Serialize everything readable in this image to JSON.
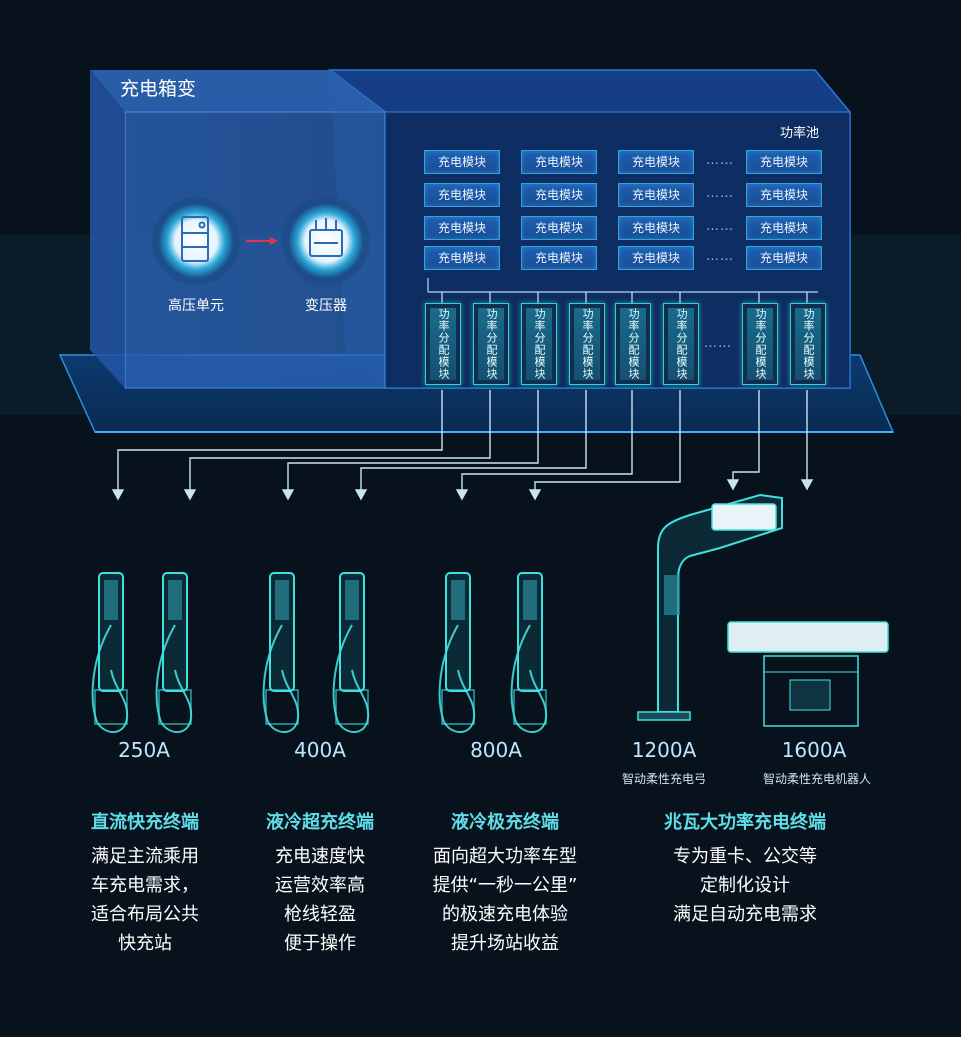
{
  "box": {
    "title": "充电箱变",
    "hv_unit_label": "高压单元",
    "transformer_label": "变压器",
    "pool_label": "功率池",
    "module_label": "充电模块",
    "dist_label": "功率分配模块",
    "ellipsis": "……"
  },
  "outputs": [
    {
      "amp": "250A"
    },
    {
      "amp": "400A"
    },
    {
      "amp": "800A"
    },
    {
      "amp": "1200A",
      "sub": "智动柔性充电弓"
    },
    {
      "amp": "1600A",
      "sub": "智动柔性充电机器人"
    }
  ],
  "categories": [
    {
      "title": "直流快充终端",
      "lines": [
        "满足主流乘用",
        "车充电需求，",
        "适合布局公共",
        "快充站"
      ]
    },
    {
      "title": "液冷超充终端",
      "lines": [
        "充电速度快",
        "运营效率高",
        "枪线轻盈",
        "便于操作"
      ]
    },
    {
      "title": "液冷极充终端",
      "lines": [
        "面向超大功率车型",
        "提供“一秒一公里”",
        "的极速充电体验",
        "提升场站收益"
      ]
    },
    {
      "title": "兆瓦大功率充电终端",
      "lines": [
        "专为重卡、公交等",
        "定制化设计",
        "满足自动充电需求"
      ]
    }
  ],
  "colors": {
    "background": "#07121c",
    "accent_teal": "#33d1c9",
    "accent_blue": "#1d5fb0",
    "category_title": "#5fdde8"
  }
}
